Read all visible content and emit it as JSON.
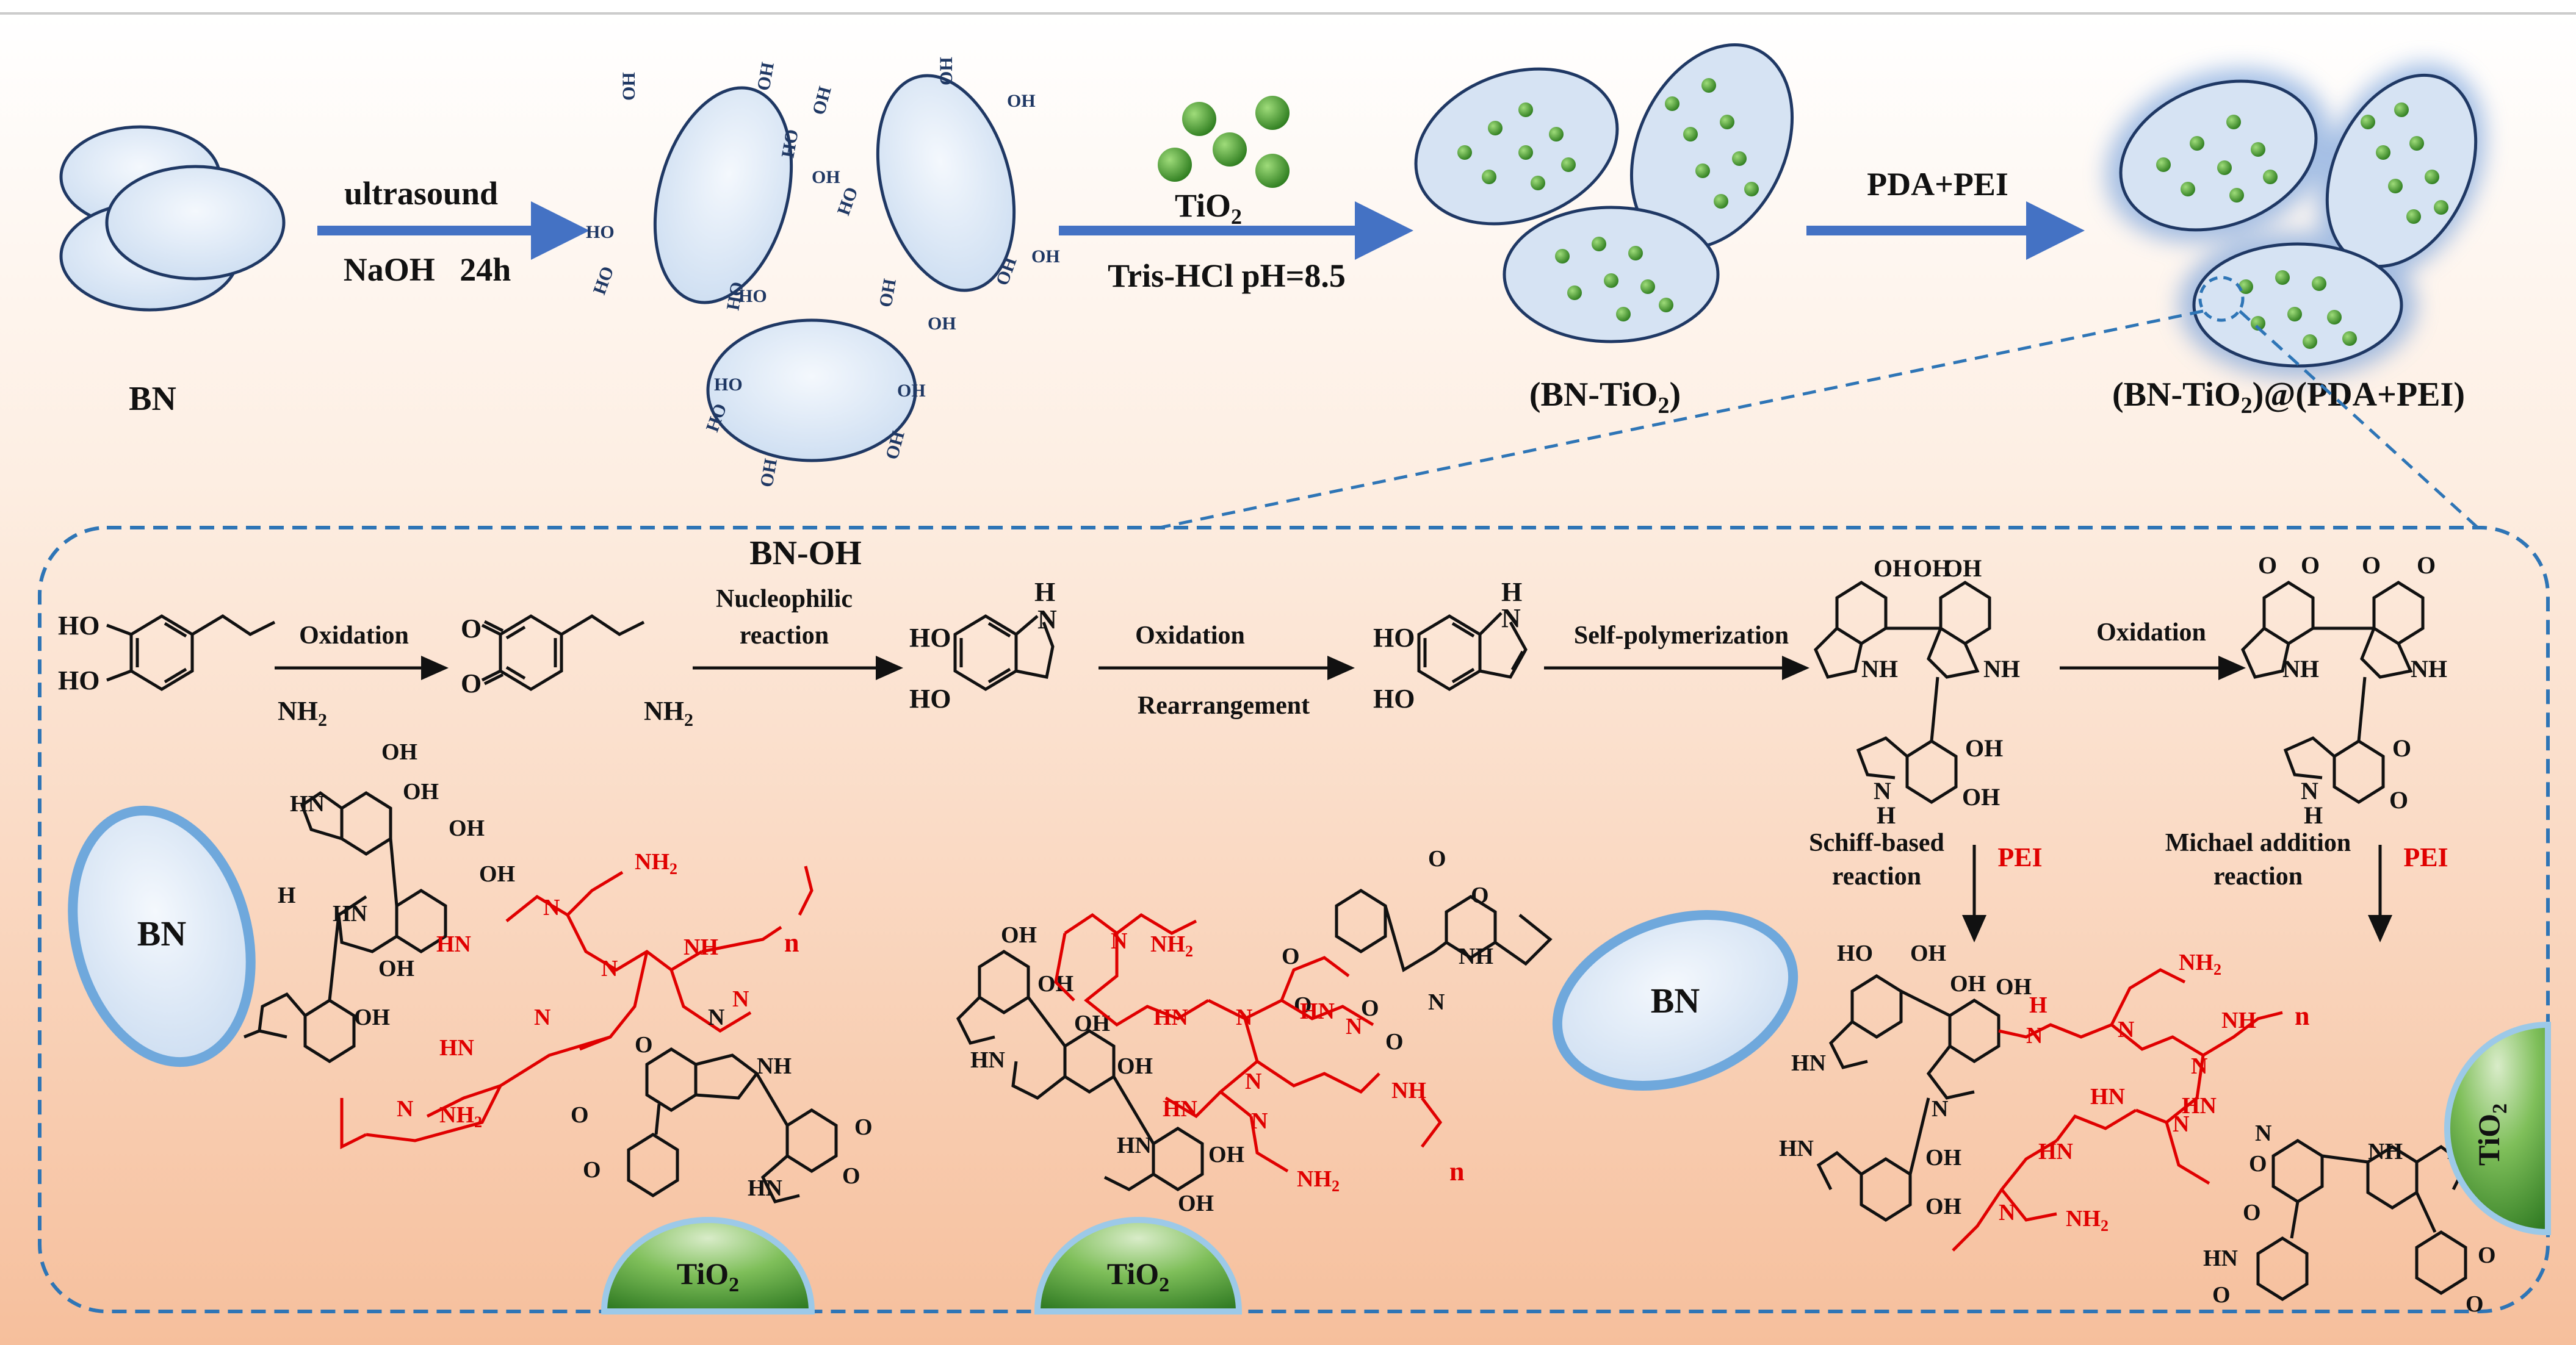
{
  "top": {
    "arrow1": {
      "top": "ultrasound",
      "bottom": "NaOH   24h"
    },
    "arrow2": {
      "top": "TiO",
      "top_sub": "2",
      "bottom": "Tris-HCl pH=8.5"
    },
    "arrow3": {
      "top": "PDA+PEI"
    },
    "labels": {
      "bn": "BN",
      "bnoh": "BN-OH",
      "bntio2_a": "(BN-TiO",
      "bntio2_sub": "2",
      "bntio2_b": ")",
      "final_a": "(BN-TiO",
      "final_sub": "2",
      "final_b": ")@(PDA+PEI)"
    },
    "oh": "OH",
    "ho": "HO"
  },
  "mechanism": {
    "dopamine": {
      "ho1": "HO",
      "ho2": "HO",
      "nh2": "NH",
      "nh2_sub": "2"
    },
    "quinone": {
      "o1": "O",
      "o2": "O",
      "nh2": "NH",
      "nh2_sub": "2"
    },
    "indoline": {
      "ho1": "HO",
      "ho2": "HO",
      "nh": "N",
      "h": "H"
    },
    "indole": {
      "ho1": "HO",
      "ho2": "HO",
      "nh": "N",
      "h": "H"
    },
    "step1": "Oxidation",
    "step2_line1": "Nucleophilic",
    "step2_line2": "reaction",
    "step3_top": "Oxidation",
    "step3_bottom": "Rearrangement",
    "step4": "Self-polymerization",
    "step5": "Oxidation",
    "schiff_line1": "Schiff-based",
    "schiff_line2": "reaction",
    "michael_line1": "Michael addition",
    "michael_line2": "reaction",
    "pei": "PEI"
  },
  "atoms": {
    "oh": "OH",
    "ho": "HO",
    "o": "O",
    "nh": "NH",
    "hn": "HN",
    "h": "H",
    "n": "N",
    "nh2": "NH",
    "sub2": "2",
    "sub_n": "n"
  },
  "particles": {
    "bn": "BN",
    "tio2": "TiO",
    "tio2_sub": "2"
  },
  "colors": {
    "arrow_blue": "#4472c4",
    "dashed_blue": "#2e75b6",
    "sheet_fill": "#d9e6f5",
    "sheet_stroke": "#1f3864",
    "tio2_green": "#4e9a3a",
    "pei_red": "#e00000",
    "bg_top": "#fdf6ef",
    "bg_bottom": "#f5c2a0"
  }
}
